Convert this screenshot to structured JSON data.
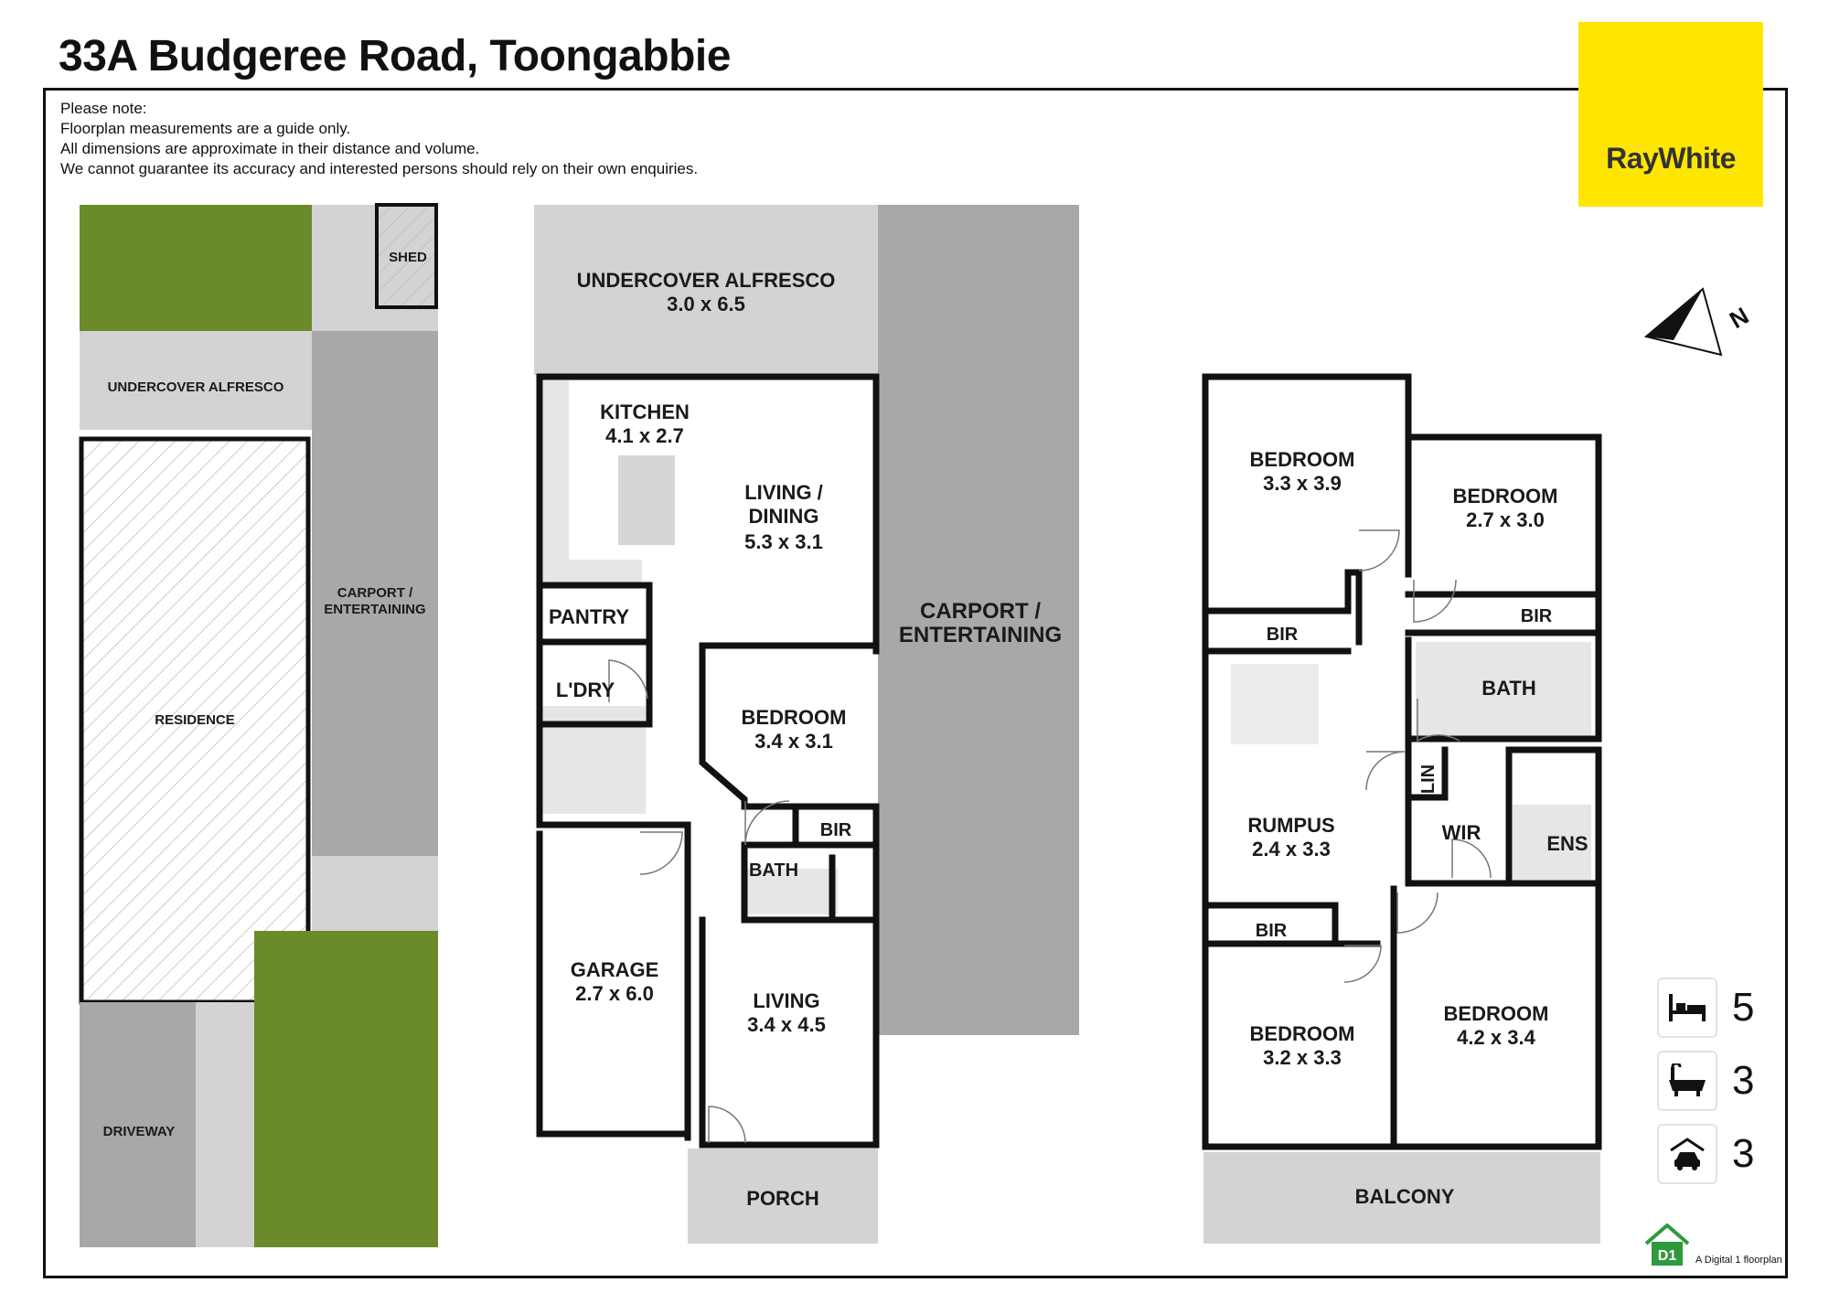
{
  "title": "33A Budgeree Road, Toongabbie",
  "notes": [
    "Please note:",
    "Floorplan measurements are a guide only.",
    "All dimensions are approximate in their distance and volume.",
    "We cannot guarantee its accuracy and interested persons should rely on their own enquiries."
  ],
  "logo_text": "RayWhite",
  "colors": {
    "logo_yellow": "#ffe600",
    "grass": "#6b8b2b",
    "paving": "#a8a8a8",
    "light_paving": "#d3d3d3",
    "walls": "#111111"
  },
  "site": {
    "shed": "SHED",
    "alfresco": "UNDERCOVER ALFRESCO",
    "carport_1": "CARPORT /",
    "carport_2": "ENTERTAINING",
    "residence": "RESIDENCE",
    "driveway": "DRIVEWAY"
  },
  "ground": {
    "alfresco_name": "UNDERCOVER ALFRESCO",
    "alfresco_dim": "3.0 x 6.5",
    "kitchen_name": "KITCHEN",
    "kitchen_dim": "4.1 x 2.7",
    "living_dining_1": "LIVING /",
    "living_dining_2": "DINING",
    "living_dining_dim": "5.3 x 3.1",
    "pantry": "PANTRY",
    "laundry": "L'DRY",
    "carport_1": "CARPORT /",
    "carport_2": "ENTERTAINING",
    "bedroom_name": "BEDROOM",
    "bedroom_dim": "3.4 x 3.1",
    "bir": "BIR",
    "bath": "BATH",
    "garage_name": "GARAGE",
    "garage_dim": "2.7 x 6.0",
    "living_name": "LIVING",
    "living_dim": "3.4 x 4.5",
    "porch": "PORCH"
  },
  "upper": {
    "bed1_name": "BEDROOM",
    "bed1_dim": "3.3 x 3.9",
    "bed2_name": "BEDROOM",
    "bed2_dim": "2.7 x 3.0",
    "bir_a": "BIR",
    "bir_b": "BIR",
    "bath": "BATH",
    "lin": "LIN",
    "rumpus_name": "RUMPUS",
    "rumpus_dim": "2.4 x 3.3",
    "wir": "WIR",
    "ens": "ENS",
    "bir_c": "BIR",
    "bed3_name": "BEDROOM",
    "bed3_dim": "3.2 x 3.3",
    "bed4_name": "BEDROOM",
    "bed4_dim": "4.2 x 3.4",
    "balcony": "BALCONY"
  },
  "compass_letter": "N",
  "stats": {
    "bedrooms": "5",
    "bathrooms": "3",
    "car_spaces": "3"
  },
  "icons": [
    "bed-icon",
    "bathtub-icon",
    "car-garage-icon",
    "compass-icon",
    "d1-house-icon"
  ],
  "credit": "A Digital 1 floorplan",
  "credit_badge": "D1"
}
